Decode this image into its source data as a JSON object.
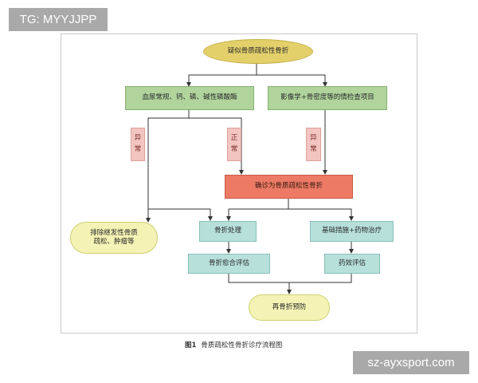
{
  "watermarks": {
    "top_left": "TG: MYYJJPP",
    "bottom_right": "sz-ayxsport.com"
  },
  "nodes": {
    "suspect": "疑似骨质疏松性骨折",
    "blood_tests": "血尿常规、钙、磷、碱性磷酸酶",
    "imaging": "影像学+骨密度等的情检查项目",
    "confirm": "确诊为骨质疏松性骨折",
    "exclude_line1": "排除继发性骨质",
    "exclude_line2": "疏松、肿瘤等",
    "fracture_treatment": "骨折处理",
    "basic_drug": "基础措施+药物治疗",
    "healing_eval": "骨折愈合评估",
    "drug_eval": "药效评估",
    "refracture": "再骨折预防"
  },
  "tags": {
    "abnormal_left": [
      "异",
      "常"
    ],
    "normal": [
      "正",
      "常"
    ],
    "abnormal_right": [
      "异",
      "常"
    ]
  },
  "caption": {
    "label": "图1",
    "text": "骨质疏松性骨折诊疗流程图"
  },
  "colors": {
    "line": "#333333",
    "yellow": "#e3d06b",
    "green": "#b0d49c",
    "red": "#ec7a64",
    "teal": "#b7e0db",
    "pink": "#f3c5c1",
    "light_yellow": "#f4f2b4"
  }
}
